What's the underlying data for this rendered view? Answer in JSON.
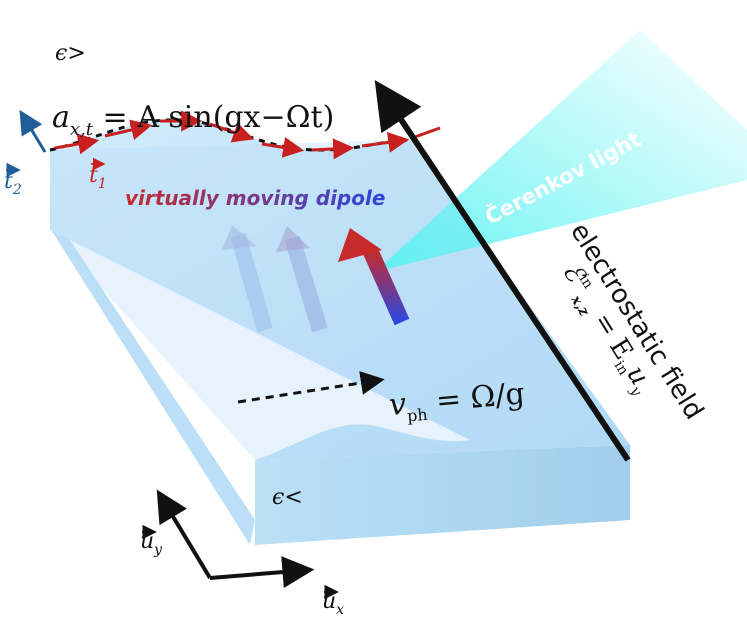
{
  "diagram": {
    "labels": {
      "eps_top": "ϵ>",
      "eps_bottom": "ϵ<",
      "wave_eq_lhs": "a",
      "wave_eq_sub": "x,t",
      "wave_eq_rhs": " = A sin(gx−Ωt)",
      "t1": "t",
      "t1_sub": "1",
      "t2": "t",
      "t2_sub": "2",
      "dipole": "virtually moving dipole",
      "cerenkov": "Čerenkov light",
      "efield": "electrostatic field",
      "efield_eq_lhs": "ℰ",
      "efield_eq_sup": "in",
      "efield_eq_sub": "x,z",
      "efield_eq_rhs": " = E",
      "efield_eq_rhs_sub": "in",
      "efield_eq_tail": "u",
      "efield_eq_tail_sub": "y",
      "vph_lhs": "v",
      "vph_sub": "ph",
      "vph_rhs": " = Ω/g",
      "ux": "u",
      "ux_sub": "x",
      "uy": "u",
      "uy_sub": "y"
    },
    "colors": {
      "slab": "#bfe1f7",
      "slab_front": "#a9d7f3",
      "slab_side": "#9ccbeb",
      "arrow_red": "#c8201f",
      "arrow_blue": "#1f5e99",
      "dipole_gradient_start": "#c72b2b",
      "dipole_gradient_end": "#2b46e0",
      "cerenkov": "#5ff2f2",
      "black": "#111111"
    }
  }
}
